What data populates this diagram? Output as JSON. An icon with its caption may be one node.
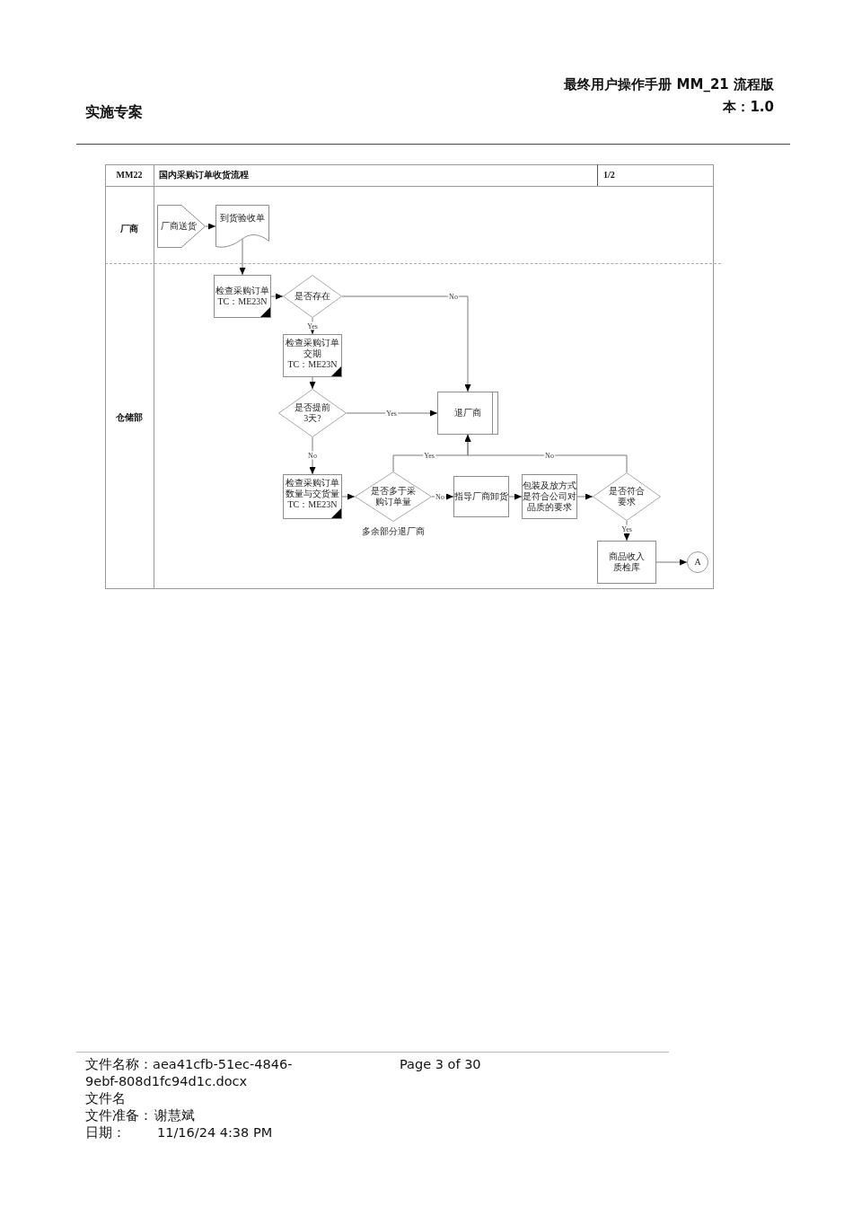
{
  "diagram": {
    "nodes": [
      {
        "text": [
          "厂商"
        ]
      },
      {
        "text": [
          "厂商送货"
        ],
        "in": 0
      },
      {
        "text": [
          "到货验收单"
        ],
        "in": 0
      },
      {
        "text": [
          "仓储部"
        ]
      },
      {
        "text": [
          "检查采购订单 TC：ME23N"
        ],
        "in": 3
      },
      {
        "text": [
          "是否存在"
        ],
        "in": 3
      },
      {
        "text": [
          "检查采购订单交期 TC：ME23N"
        ],
        "in": 3
      },
      {
        "text": [
          "是否提前3天?"
        ],
        "in": 3
      },
      {
        "text": [
          "退厂商"
        ],
        "in": 3
      },
      {
        "text": [
          "检查采购订单数量与交货量 TC：ME23N"
        ],
        "in": 3
      },
      {
        "text": [
          "是否多于采购订单量"
        ],
        "in": 3,
        "beside": [
          "多余部分退厂商"
        ]
      },
      {
        "text": [
          "指导厂商卸货"
        ],
        "in": 3
      },
      {
        "text": [
          "包装及放方式是符合公司对品质的要求"
        ],
        "in": 3
      },
      {
        "text": [
          "是否符合要求"
        ],
        "in": 3
      },
      {
        "text": [
          "商品收入质检库"
        ],
        "in": 3
      },
      {
        "text": [
          "A"
        ],
        "in": 3
      }
    ],
    "edges": [
      {
        "from": 1,
        "to": 2,
        "arrow": "to"
      },
      {
        "from": 2,
        "to": 4,
        "arrow": "to"
      },
      {
        "from": 4,
        "to": 5,
        "arrow": "to"
      },
      {
        "from": 5,
        "to": 8,
        "arrow": "to",
        "label": "No"
      },
      {
        "from": 5,
        "to": 6,
        "arrow": "to",
        "label": "Yes"
      },
      {
        "from": 6,
        "to": 7,
        "arrow": "to"
      },
      {
        "from": 7,
        "to": 8,
        "arrow": "to",
        "label": "Yes"
      },
      {
        "from": 7,
        "to": 9,
        "arrow": "to",
        "label": "No"
      },
      {
        "from": 9,
        "to": 10,
        "arrow": "to"
      },
      {
        "from": 10,
        "to": 11,
        "arrow": "to",
        "label": "No"
      },
      {
        "from": 10,
        "to": 8,
        "arrow": "to",
        "label": "Yes"
      },
      {
        "from": 11,
        "to": 12,
        "arrow": "to"
      },
      {
        "from": 12,
        "to": 13,
        "arrow": "to"
      },
      {
        "from": 13,
        "to": 8,
        "arrow": "to",
        "label": "No"
      },
      {
        "from": 13,
        "to": 14,
        "arrow": "to",
        "label": "Yes"
      },
      {
        "from": 14,
        "to": 15,
        "arrow": "to"
      }
    ],
    "labels": [
      "最终用户操作手册 MM_21 流程版本：1.0",
      "实施专案",
      "MM22",
      "国内采购订单收货流程",
      "1/2",
      "文件名称：aea41cfb-51ec-4846-9ebf-808d1fc94d1c.docx",
      "Page 3 of 30",
      "文件名",
      "文件准备：",
      "谢慧斌",
      "日期：",
      "11/16/24 4:38 PM"
    ]
  }
}
